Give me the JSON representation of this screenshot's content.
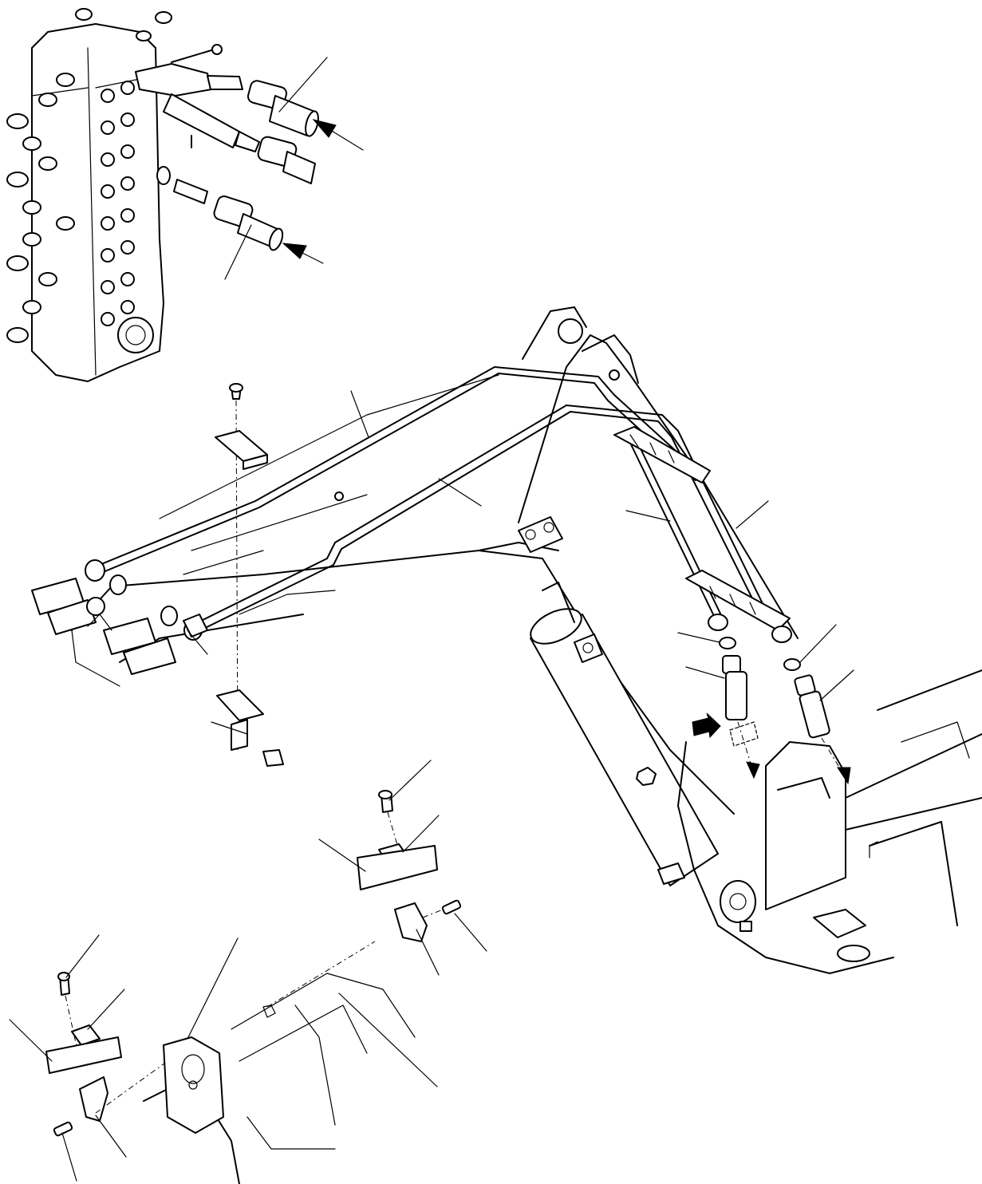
{
  "figure": {
    "type": "exploded-parts-diagram",
    "subject": "hydraulic-piping-boom",
    "callouts": [
      {
        "id": "leader-hose-top"
      },
      {
        "id": "leader-hose-mid"
      },
      {
        "id": "leader-tube-upper"
      },
      {
        "id": "leader-tube-lower"
      },
      {
        "id": "leader-tube-right-a"
      },
      {
        "id": "leader-tube-right-b"
      },
      {
        "id": "leader-oring-left"
      },
      {
        "id": "leader-fitting-left"
      },
      {
        "id": "leader-oring-right"
      },
      {
        "id": "leader-fitting-right"
      },
      {
        "id": "leader-bolt-center"
      },
      {
        "id": "leader-clamp-center"
      },
      {
        "id": "leader-hose-center"
      },
      {
        "id": "leader-bolt-center-lower"
      },
      {
        "id": "leader-bracket-center"
      },
      {
        "id": "leader-bolt-left"
      },
      {
        "id": "leader-clamp-left"
      },
      {
        "id": "leader-hose-left"
      },
      {
        "id": "leader-bracket-left"
      },
      {
        "id": "leader-bolt-left-lower"
      },
      {
        "id": "leader-boom-1"
      },
      {
        "id": "leader-boom-2"
      }
    ]
  }
}
